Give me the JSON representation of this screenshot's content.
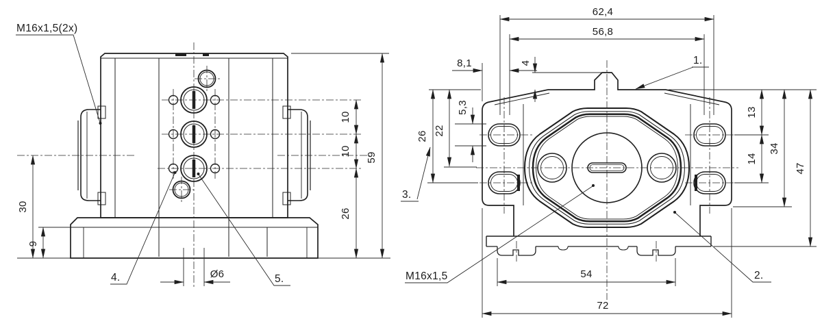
{
  "drawing": {
    "kind": "technical-dimension-drawing",
    "colors": {
      "line": "#1f1f1f",
      "background": "#ffffff"
    },
    "front_view": {
      "callout_m16": "M16x1,5(2x)",
      "item_4": "4.",
      "item_5": "5.",
      "dim_dia6": "Ø6",
      "dim_30": "30",
      "dim_9": "9",
      "dim_10a": "10",
      "dim_10b": "10",
      "dim_26": "26",
      "dim_59": "59"
    },
    "top_view": {
      "callout_m16": "M16x1,5",
      "item_1": "1.",
      "item_2": "2.",
      "item_3": "3.",
      "dim_62_4": "62,4",
      "dim_56_8": "56,8",
      "dim_8_1": "8,1",
      "dim_4": "4",
      "dim_5_3": "5,3",
      "dim_22": "22",
      "dim_26": "26",
      "dim_13": "13",
      "dim_14": "14",
      "dim_34": "34",
      "dim_47": "47",
      "dim_54": "54",
      "dim_72": "72"
    }
  }
}
